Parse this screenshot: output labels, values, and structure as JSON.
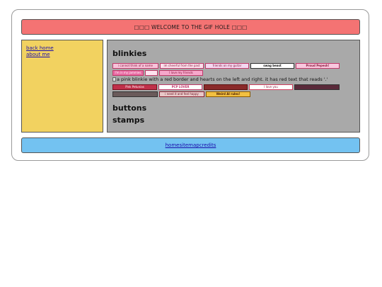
{
  "header": {
    "title": "□□□ WELCOME TO THE GIF HOLE □□□"
  },
  "sidebar": {
    "links": [
      "back home",
      "about me"
    ]
  },
  "main": {
    "sections": {
      "blinkies": "blinkies",
      "buttons": "buttons",
      "stamps": "stamps"
    },
    "broken_image_alt": "a pink blinkie with a red border and hearts on the left and right. it has red text that reads '.'",
    "blinkies": [
      [
        "i cannot think of a name",
        "im cheerful from the past",
        "friends on my guitar",
        "swag beast",
        "Proud Pepesh!"
      ],
      [
        "I'm in my jammies",
        "I love my friends"
      ],
      [
        "Pink Petunias",
        "PCP LOVER",
        "",
        "I love you",
        ""
      ],
      [
        "",
        "i need it and feel happy",
        "Weird AI rules!"
      ]
    ]
  },
  "footer": {
    "links": [
      "home",
      "sitemap",
      "credits"
    ]
  },
  "colors": {
    "header_bg": "#f47373",
    "sidebar_bg": "#f2d260",
    "main_bg": "#a9a9a9",
    "footer_bg": "#73c2f1",
    "link": "#1a0dab"
  }
}
